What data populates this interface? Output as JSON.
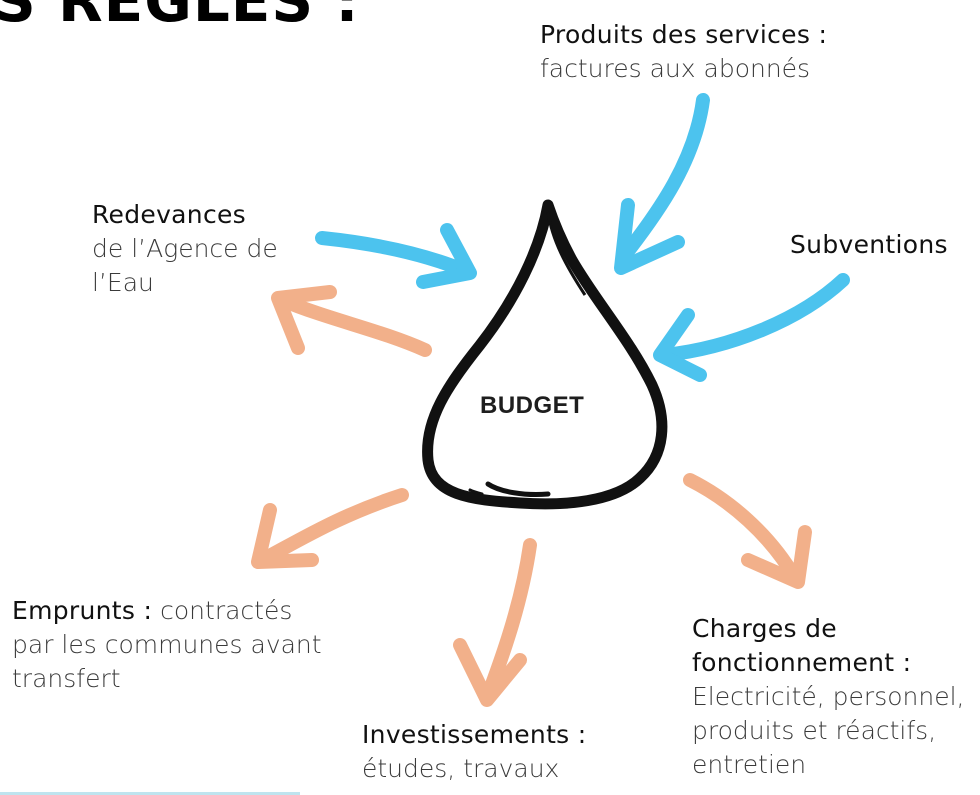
{
  "heading": "S RÈGLES :",
  "budget": "BUDGET",
  "colors": {
    "inflow": "#4cc3ee",
    "outflow": "#f2b08a",
    "drop_outline": "#111111"
  },
  "labels": {
    "produits": {
      "head": "Produits des services :",
      "desc": "factures aux abonnés"
    },
    "subventions": {
      "head": "Subventions"
    },
    "redevances": {
      "head": "Redevances",
      "desc1": "de l’Agence de",
      "desc2": "l’Eau"
    },
    "emprunts": {
      "head": "Emprunts :",
      "desc_inline": "contractés",
      "desc1": "par les communes avant",
      "desc2": "transfert"
    },
    "investissements": {
      "head": "Investissements :",
      "desc": "études, travaux"
    },
    "charges": {
      "head1": "Charges de",
      "head2": "fonctionnement :",
      "desc1": "Electricité, personnel,",
      "desc2": "produits et réactifs,",
      "desc3": "entretien"
    }
  }
}
